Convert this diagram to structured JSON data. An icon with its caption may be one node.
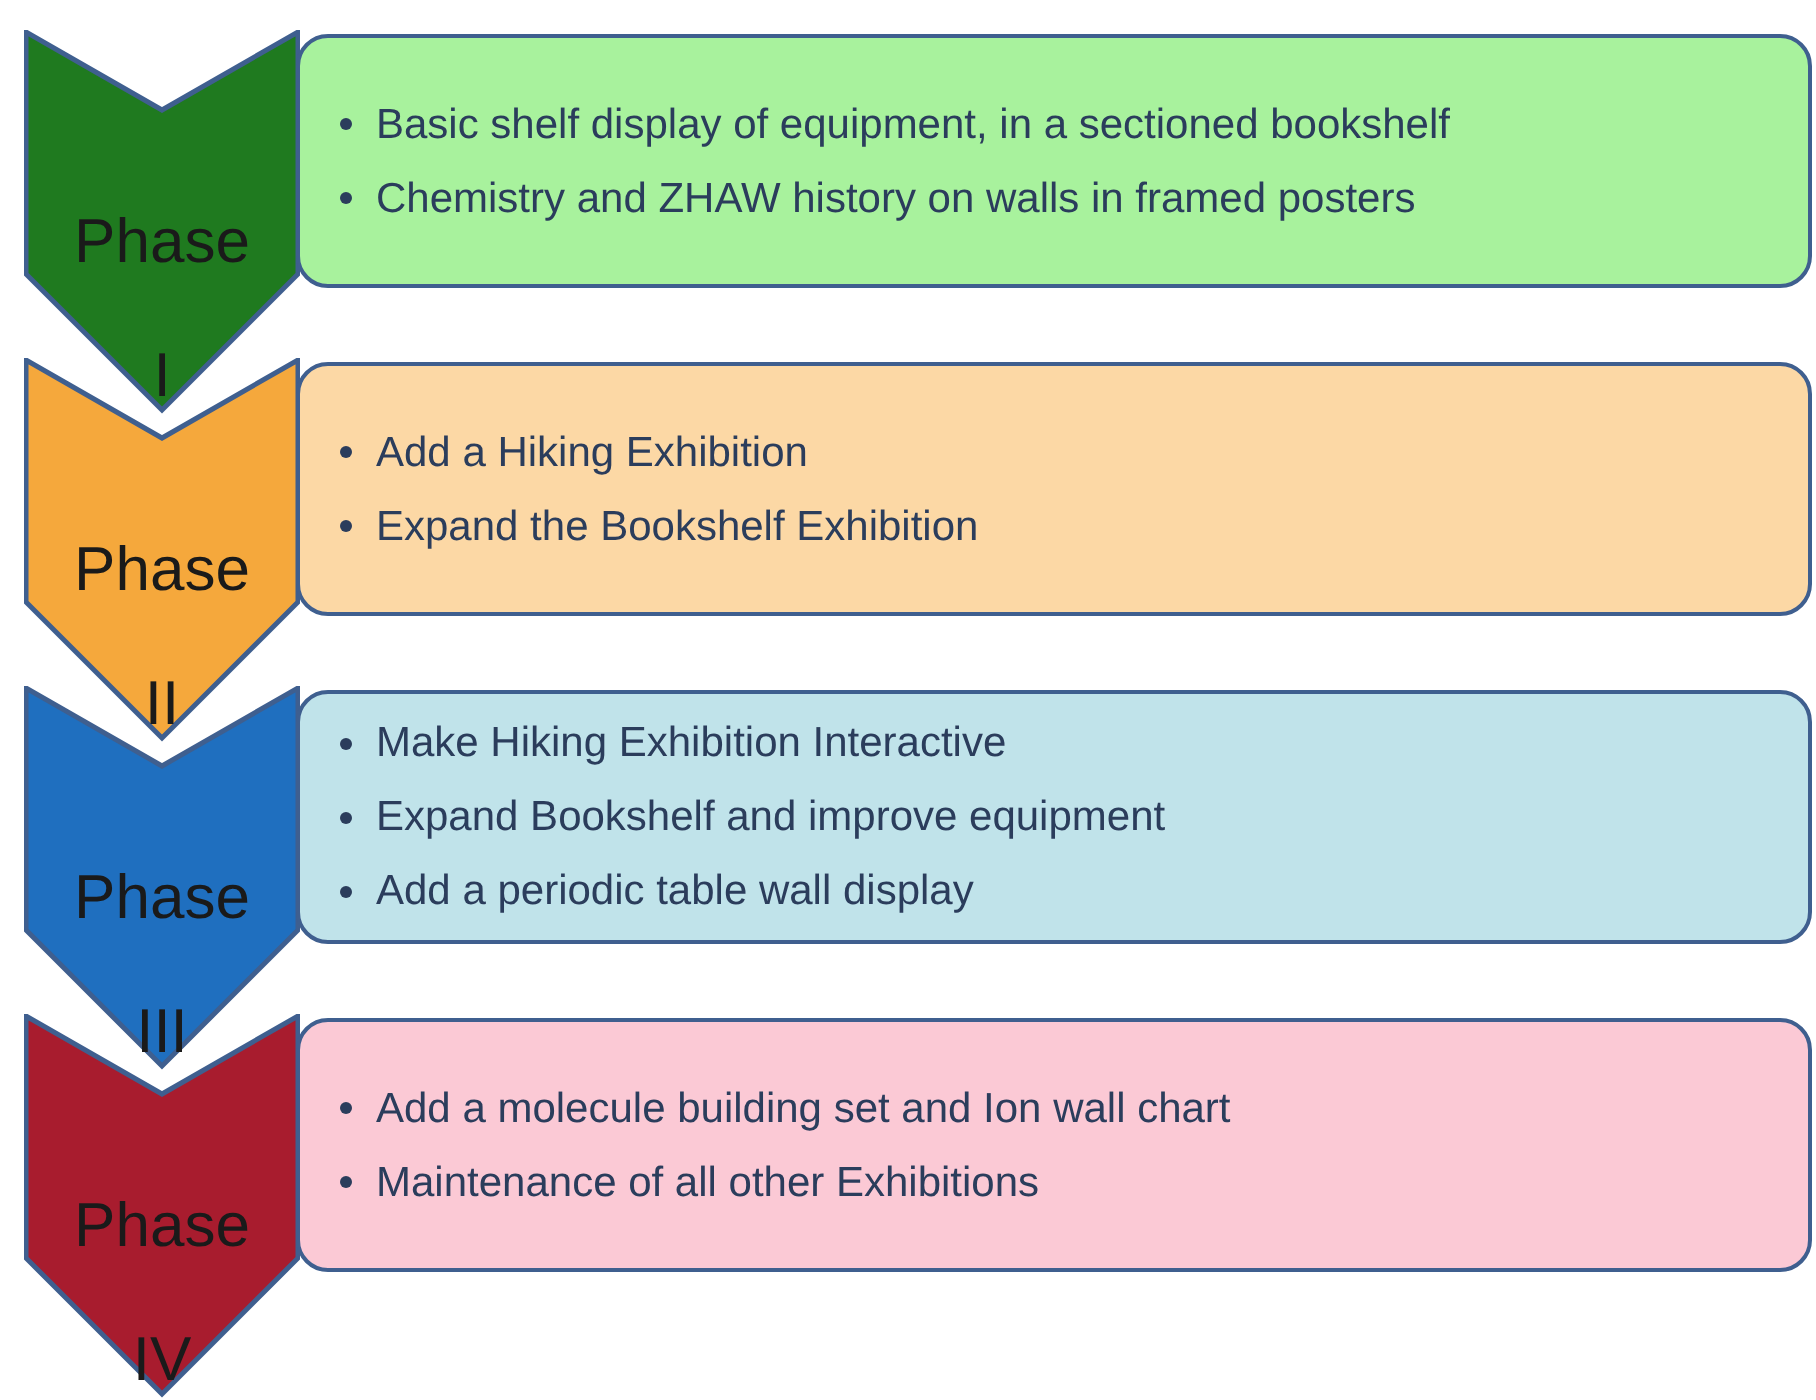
{
  "diagram": {
    "nodes": [
      {
        "text": [
          "Phase I"
        ]
      },
      {
        "text": [
          "Basic shelf display of equipment, in a sectioned bookshelf",
          "Chemistry and ZHAW history on walls in framed posters"
        ]
      },
      {
        "text": [
          "Phase II"
        ]
      },
      {
        "text": [
          "Add a Hiking Exhibition",
          "Expand the Bookshelf Exhibition"
        ]
      },
      {
        "text": [
          "Phase III"
        ]
      },
      {
        "text": [
          "Make Hiking Exhibition Interactive",
          "Expand Bookshelf and improve equipment",
          "Add a periodic table wall display"
        ]
      },
      {
        "text": [
          "Phase IV"
        ]
      },
      {
        "text": [
          "Add a molecule building set and Ion wall chart",
          "Maintenance of all other Exhibitions"
        ]
      }
    ]
  }
}
